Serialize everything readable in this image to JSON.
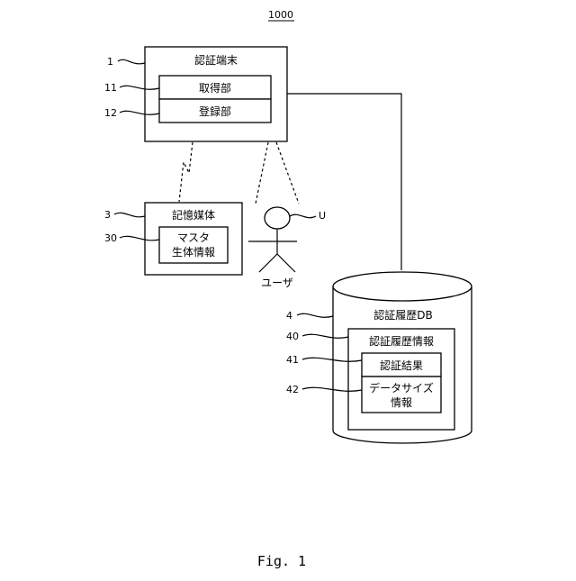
{
  "system_ref": "1000",
  "auth_terminal": {
    "ref": "1",
    "title": "認証端末"
  },
  "acquisition_unit": {
    "ref": "11",
    "label": "取得部"
  },
  "registration_unit": {
    "ref": "12",
    "label": "登録部"
  },
  "storage_medium": {
    "ref": "3",
    "title": "記憶媒体"
  },
  "master_bio": {
    "ref": "30",
    "line1": "マスタ",
    "line2": "生体情報"
  },
  "user": {
    "ref": "U",
    "label": "ユーザ"
  },
  "auth_history_db": {
    "ref": "4",
    "title": "認証履歴DB"
  },
  "auth_history_info": {
    "ref": "40",
    "title": "認証履歴情報"
  },
  "auth_result": {
    "ref": "41",
    "label": "認証結果"
  },
  "data_size_info": {
    "ref": "42",
    "line1": "データサイズ",
    "line2": "情報"
  },
  "figure_caption": "Fig. 1"
}
